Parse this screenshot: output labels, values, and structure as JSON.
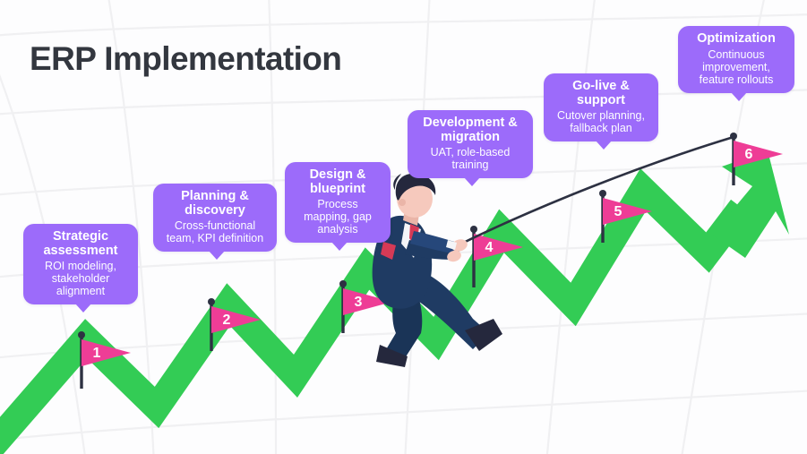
{
  "page": {
    "title": "ERP Implementation",
    "background_color": "#fdfdfe",
    "accent_purple": "#9c6bfa",
    "accent_pink": "#ee3d96",
    "accent_green": "#33cc55",
    "title_color": "#33373f",
    "grid_color": "#f0f0f2",
    "rope_color": "#2d3142"
  },
  "steps": [
    {
      "number": "1",
      "title": "Strategic assessment",
      "detail": "ROI modeling, stakeholder alignment"
    },
    {
      "number": "2",
      "title": "Planning & discovery",
      "detail": "Cross-functional team, KPI definition"
    },
    {
      "number": "3",
      "title": "Design & blueprint",
      "detail": "Process mapping, gap analysis"
    },
    {
      "number": "4",
      "title": "Development & migration",
      "detail": "UAT, role-based training"
    },
    {
      "number": "5",
      "title": "Go-live & support",
      "detail": "Cutover planning, fallback plan"
    },
    {
      "number": "6",
      "title": "Optimization",
      "detail": "Continuous improvement, feature rollouts"
    }
  ],
  "illustration": {
    "character": "businessman-climber",
    "suit_color": "#1f3b63",
    "skin_color": "#f6c9bd",
    "hair_color": "#25283d",
    "tie_color": "#d63a56"
  }
}
